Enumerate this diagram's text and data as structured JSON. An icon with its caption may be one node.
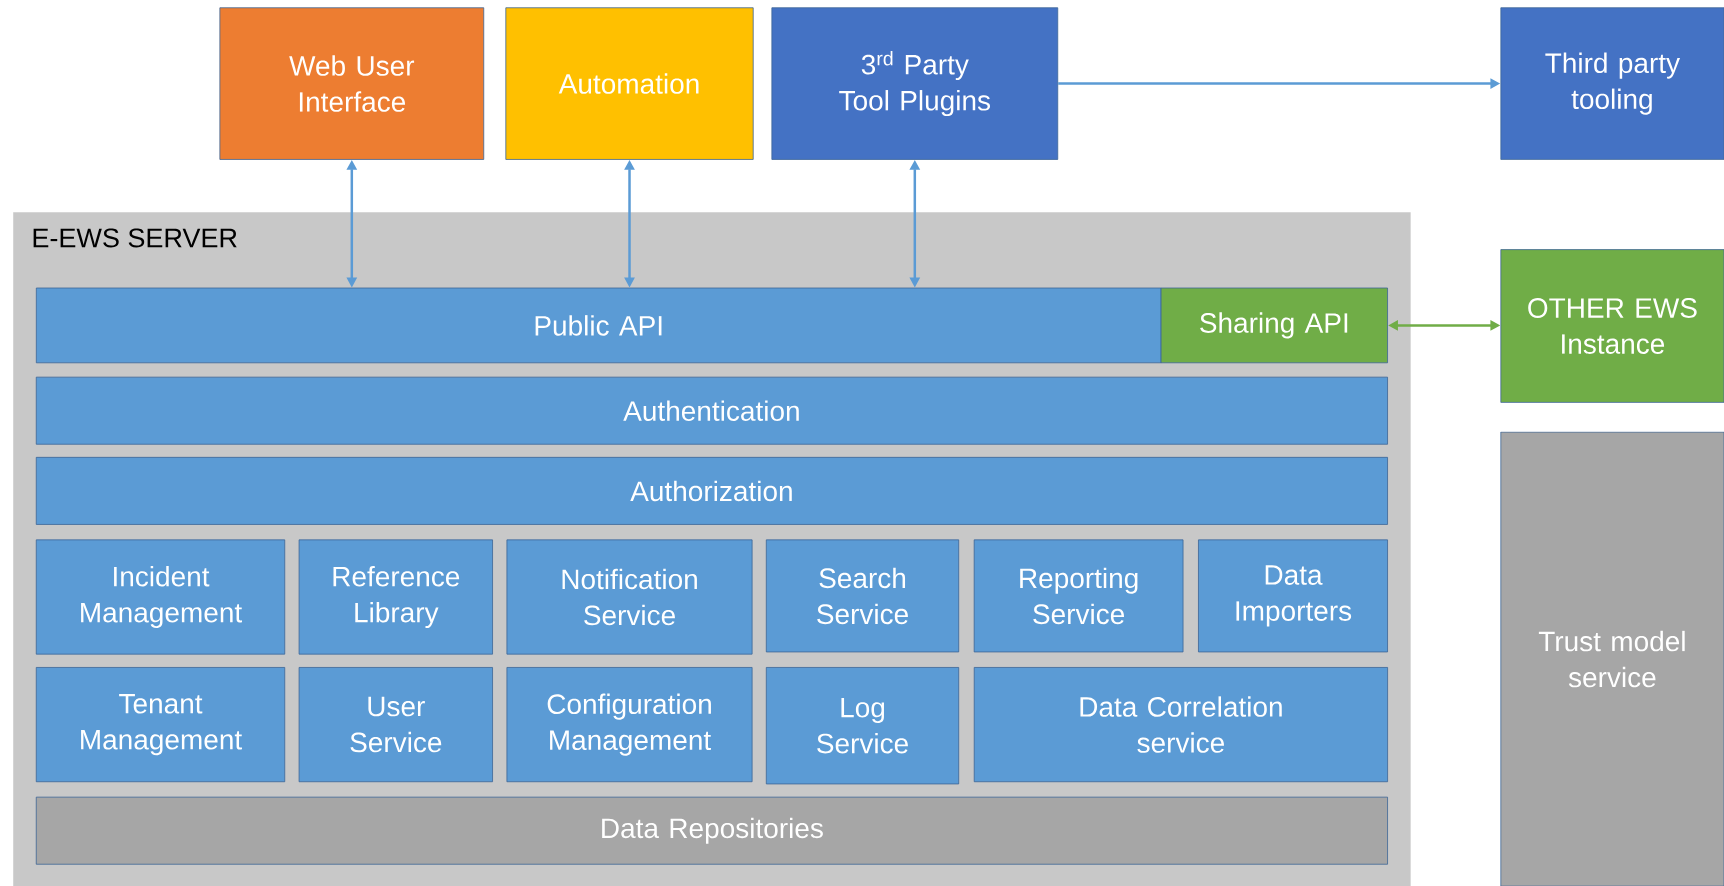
{
  "diagram": {
    "nodes": [
      {
        "text": [
          "Web User Interface"
        ]
      },
      {
        "text": [
          "Automation"
        ]
      },
      {
        "text": [
          "3$^{rd}$ Party Tool Plugins"
        ]
      },
      {
        "text": [
          "Third party tooling"
        ]
      },
      {
        "text": [
          "E-EWS SERVER"
        ]
      },
      {
        "text": [
          "Public API"
        ],
        "in": 4
      },
      {
        "text": [
          "Sharing API"
        ],
        "in": 4
      },
      {
        "text": [
          "OTHER EWS Instance"
        ]
      },
      {
        "text": [
          "Authentication"
        ],
        "in": 4
      },
      {
        "text": [
          "Authorization"
        ],
        "in": 4
      },
      {
        "text": [
          "Incident Management"
        ],
        "in": 4
      },
      {
        "text": [
          "Reference Library"
        ],
        "in": 4
      },
      {
        "text": [
          "Notification Service"
        ],
        "in": 4
      },
      {
        "text": [
          "Search Service"
        ],
        "in": 4
      },
      {
        "text": [
          "Reporting Service"
        ],
        "in": 4
      },
      {
        "text": [
          "Data Importers"
        ],
        "in": 4
      },
      {
        "text": [
          "Tenant Management"
        ],
        "in": 4
      },
      {
        "text": [
          "User Service"
        ],
        "in": 4
      },
      {
        "text": [
          "Configuration Management"
        ],
        "in": 4
      },
      {
        "text": [
          "Log Service"
        ],
        "in": 4
      },
      {
        "text": [
          "Data Correlation service"
        ],
        "in": 4
      },
      {
        "text": [
          "Data Repositories"
        ],
        "in": 4
      },
      {
        "text": [
          "Trust model service"
        ]
      }
    ],
    "edges": [
      {
        "from": 0,
        "to": 5,
        "arrow": "both"
      },
      {
        "from": 1,
        "to": 5,
        "arrow": "both"
      },
      {
        "from": 2,
        "to": 5,
        "arrow": "both"
      },
      {
        "from": 2,
        "to": 3,
        "arrow": "to"
      },
      {
        "from": 6,
        "to": 7,
        "arrow": "both",
        "color": "#70ad47"
      }
    ]
  }
}
